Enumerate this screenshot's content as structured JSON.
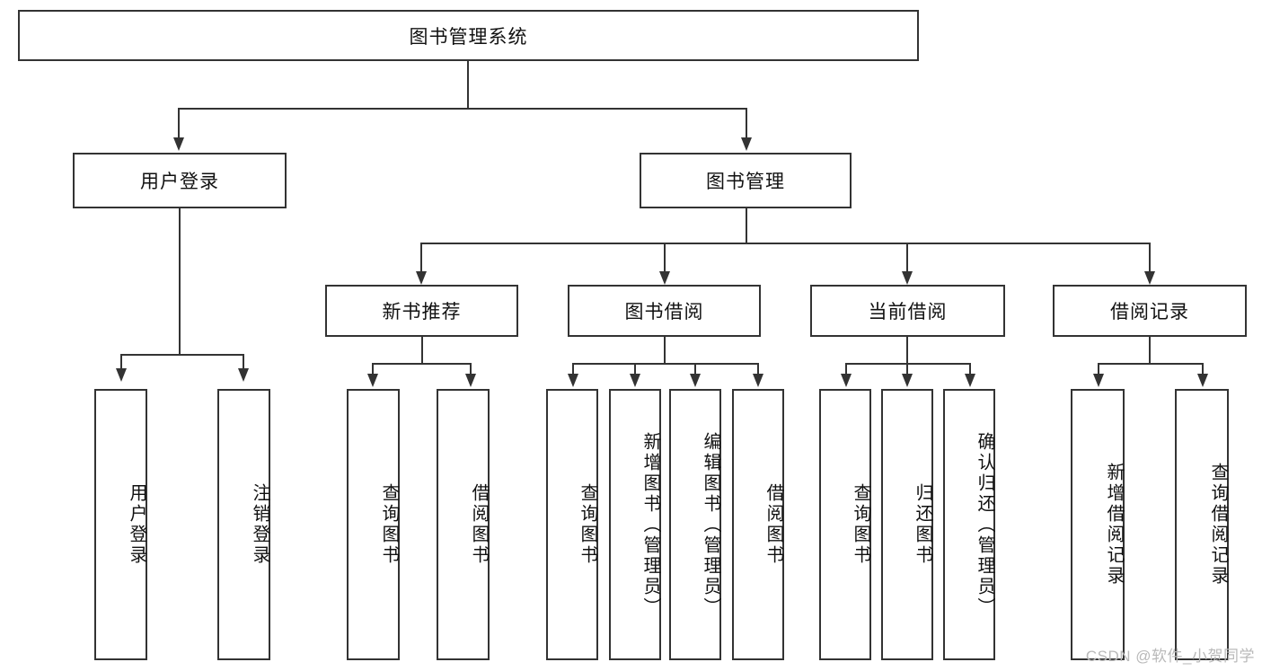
{
  "diagram": {
    "title": "图书管理系统",
    "type": "tree",
    "root": {
      "label": "图书管理系统"
    },
    "level2": [
      {
        "label": "用户登录"
      },
      {
        "label": "图书管理"
      }
    ],
    "level3": [
      {
        "label": "新书推荐"
      },
      {
        "label": "图书借阅"
      },
      {
        "label": "当前借阅"
      },
      {
        "label": "借阅记录"
      }
    ],
    "leaves": {
      "user_login": [
        {
          "label": "用户登录"
        },
        {
          "label": "注销登录"
        }
      ],
      "new_book": [
        {
          "label": "查询图书"
        },
        {
          "label": "借阅图书"
        }
      ],
      "book_borrow": [
        {
          "label": "查询图书"
        },
        {
          "label": "新增图书（管理员）"
        },
        {
          "label": "编辑图书（管理员）"
        },
        {
          "label": "借阅图书"
        }
      ],
      "current_borrow": [
        {
          "label": "查询图书"
        },
        {
          "label": "归还图书"
        },
        {
          "label": "确认归还（管理员）"
        }
      ],
      "borrow_record": [
        {
          "label": "新增借阅记录"
        },
        {
          "label": "查询借阅记录"
        }
      ]
    },
    "colors": {
      "stroke": "#333333",
      "fill": "#ffffff",
      "text": "#111111",
      "watermark": "#b9b9b9"
    }
  },
  "watermark": {
    "text": "CSDN @软件_小贺同学"
  }
}
